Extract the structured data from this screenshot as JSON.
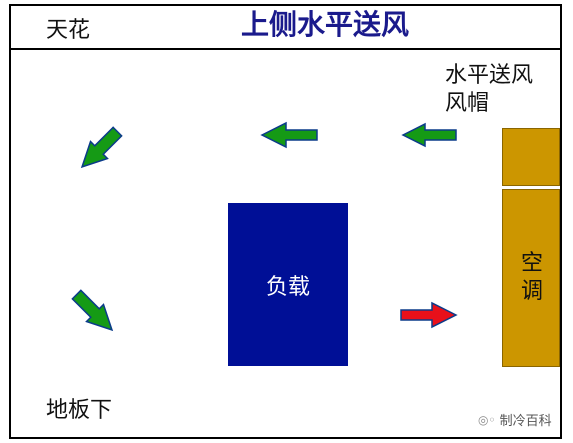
{
  "title": "上侧水平送风",
  "labels": {
    "ceiling": "天花",
    "floor": "地板下",
    "load": "负载",
    "ac": "空调",
    "supply_cap_line1": "水平送风",
    "supply_cap_line2": "风帽"
  },
  "watermark": {
    "icon": "wechat-icon",
    "text": "制冷百科"
  },
  "colors": {
    "title": "#1a1a8c",
    "load_box": "#000f96",
    "ac_unit": "#cc9600",
    "cool_air_arrow": "#159a15",
    "warm_air_arrow": "#e8101a"
  },
  "arrows": [
    {
      "name": "cool-air-arrow-right",
      "kind": "cool",
      "direction": "left"
    },
    {
      "name": "cool-air-arrow-middle",
      "kind": "cool",
      "direction": "left"
    },
    {
      "name": "cool-air-arrow-upper-left",
      "kind": "cool",
      "direction": "down-left"
    },
    {
      "name": "cool-air-arrow-lower-left",
      "kind": "cool",
      "direction": "down-right"
    },
    {
      "name": "warm-air-return-arrow",
      "kind": "warm",
      "direction": "right"
    }
  ]
}
